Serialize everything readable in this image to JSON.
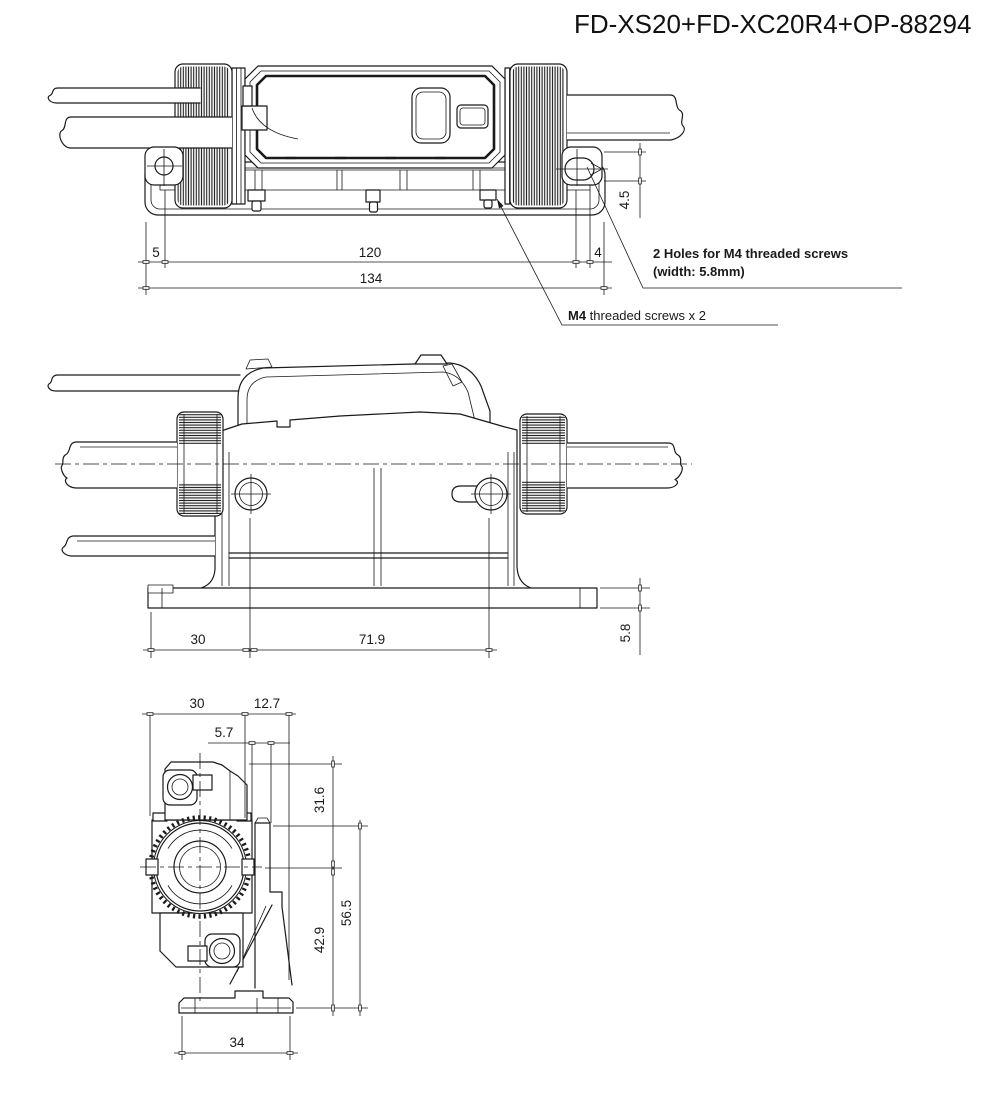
{
  "title": "FD-XS20+FD-XC20R4+OP-88294",
  "colors": {
    "line": "#1a1a1a",
    "background": "#ffffff"
  },
  "top_view": {
    "dim_a": "5",
    "dim_b": "120",
    "dim_c": "4",
    "dim_total": "134",
    "dim_offset": "4.5",
    "note_holes_line1": "2 Holes for M4 threaded screws",
    "note_holes_line2": "(width: 5.8mm)",
    "note_screws_prefix": "M4",
    "note_screws_suffix": " threaded screws x 2"
  },
  "front_view": {
    "dim_left": "30",
    "dim_span": "71.9",
    "dim_plate": "5.8"
  },
  "side_view": {
    "dim_width": "30",
    "dim_bracket": "12.7",
    "dim_offset": "5.7",
    "dim_upper": "31.6",
    "dim_total": "56.5",
    "dim_lower": "42.9",
    "dim_foot": "34"
  }
}
